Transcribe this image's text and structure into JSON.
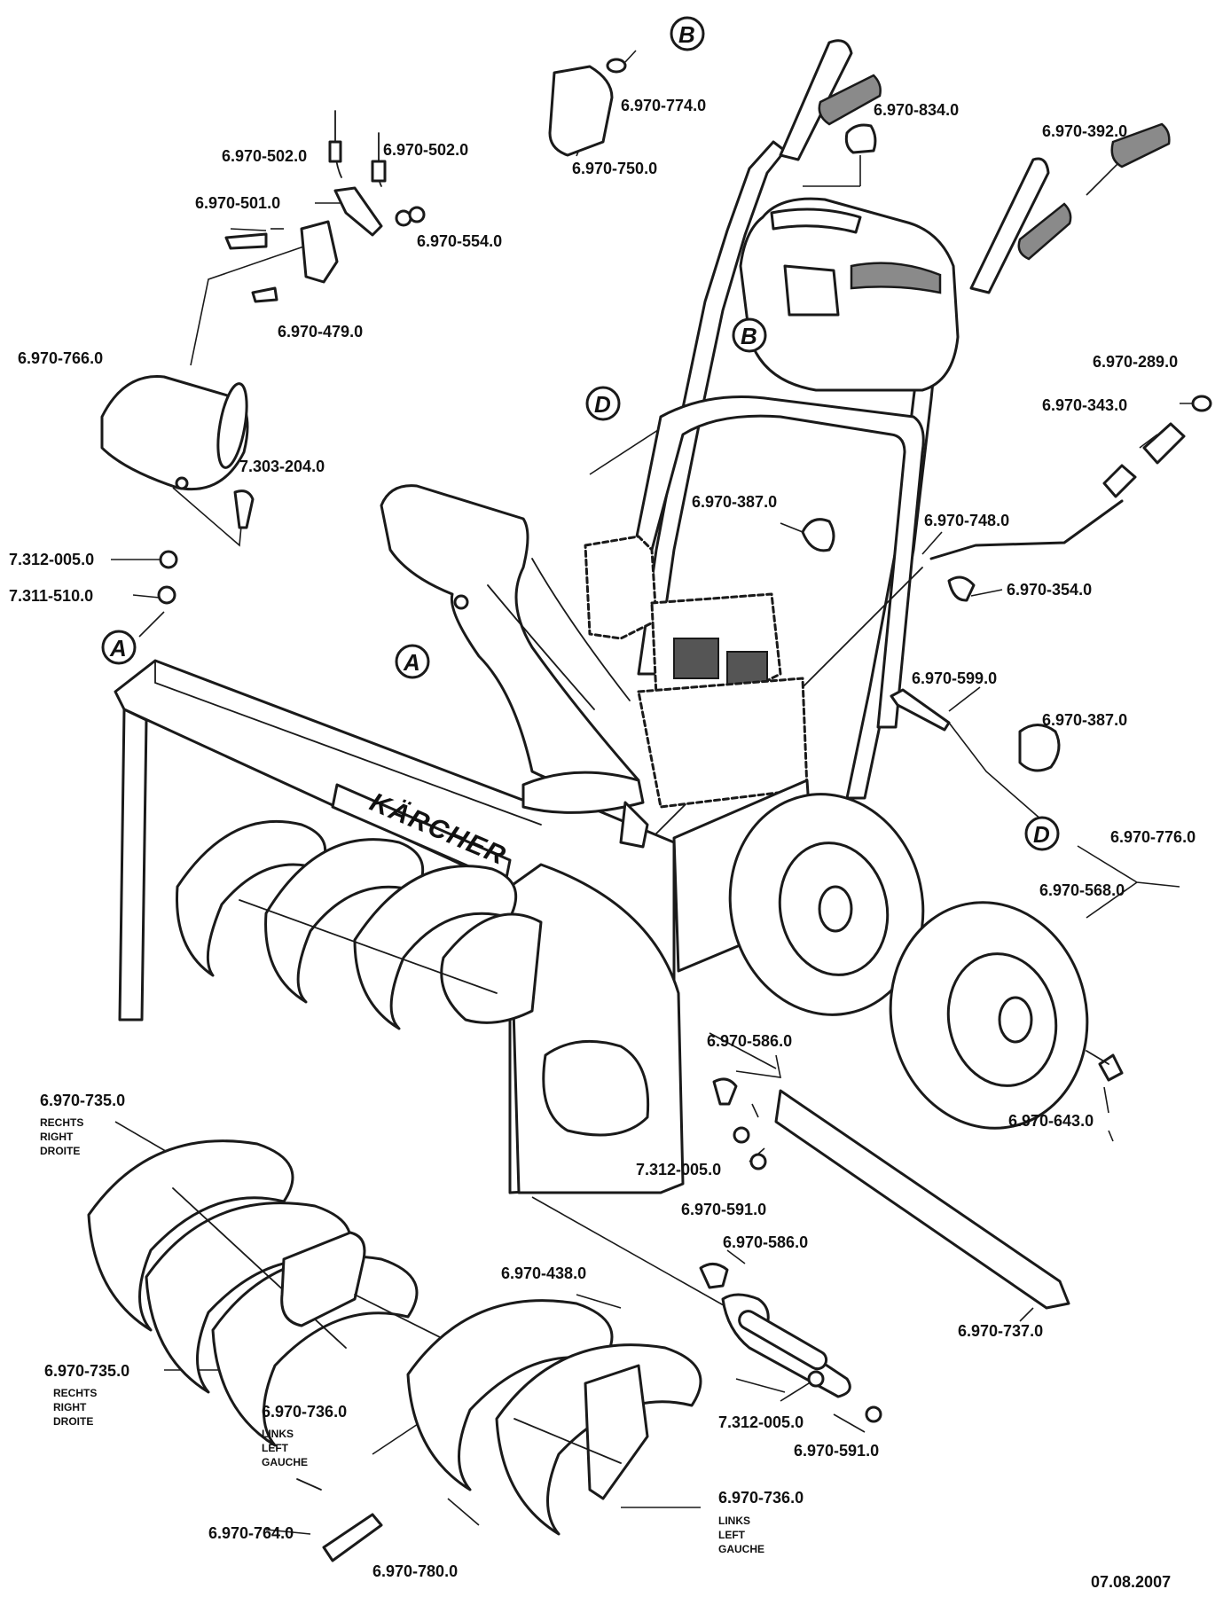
{
  "brand_logo_text": "KÄRCHER",
  "date": "07.08.2007",
  "callouts": [
    {
      "id": "callout-a-left",
      "letter": "A"
    },
    {
      "id": "callout-a-chute",
      "letter": "A"
    },
    {
      "id": "callout-b-top",
      "letter": "B"
    },
    {
      "id": "callout-b-panel",
      "letter": "B"
    },
    {
      "id": "callout-d-handle",
      "letter": "D"
    },
    {
      "id": "callout-d-knob",
      "letter": "D"
    }
  ],
  "parts": [
    {
      "number": "6.970-774.0"
    },
    {
      "number": "6.970-750.0"
    },
    {
      "number": "6.970-834.0"
    },
    {
      "number": "6.970-392.0"
    },
    {
      "number": "6.970-502.0"
    },
    {
      "number": "6.970-502.0"
    },
    {
      "number": "6.970-501.0"
    },
    {
      "number": "6.970-554.0"
    },
    {
      "number": "6.970-479.0"
    },
    {
      "number": "6.970-766.0"
    },
    {
      "number": "7.303-204.0"
    },
    {
      "number": "7.312-005.0"
    },
    {
      "number": "7.311-510.0"
    },
    {
      "number": "6.970-289.0"
    },
    {
      "number": "6.970-343.0"
    },
    {
      "number": "6.970-387.0"
    },
    {
      "number": "6.970-748.0"
    },
    {
      "number": "6.970-354.0"
    },
    {
      "number": "6.970-599.0"
    },
    {
      "number": "6.970-387.0"
    },
    {
      "number": "6.970-776.0"
    },
    {
      "number": "6.970-568.0"
    },
    {
      "number": "6.970-586.0"
    },
    {
      "number": "7.312-005.0"
    },
    {
      "number": "6.970-591.0"
    },
    {
      "number": "6.970-643.0"
    },
    {
      "number": "6.970-735.0",
      "note": [
        "RECHTS",
        "RIGHT",
        "DROITE"
      ]
    },
    {
      "number": "6.970-586.0"
    },
    {
      "number": "6.970-438.0"
    },
    {
      "number": "6.970-737.0"
    },
    {
      "number": "6.970-735.0",
      "note": [
        "RECHTS",
        "RIGHT",
        "DROITE"
      ]
    },
    {
      "number": "6.970-736.0",
      "note": [
        "LINKS",
        "LEFT",
        "GAUCHE"
      ]
    },
    {
      "number": "7.312-005.0"
    },
    {
      "number": "6.970-591.0"
    },
    {
      "number": "6.970-736.0",
      "note": [
        "LINKS",
        "LEFT",
        "GAUCHE"
      ]
    },
    {
      "number": "6.970-764.0"
    },
    {
      "number": "6.970-780.0"
    }
  ]
}
